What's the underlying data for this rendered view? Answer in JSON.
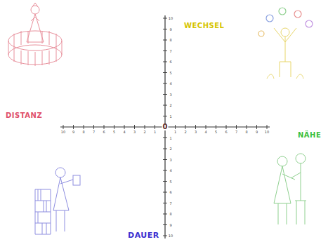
{
  "diagram": {
    "labels": [
      "WECHSEL",
      "DISTANZ",
      "NÄHE",
      "DAUER",
      "0",
      "10",
      "9",
      "8",
      "7",
      "6",
      "5",
      "4",
      "3",
      "2",
      "1",
      "1",
      "2",
      "3",
      "4",
      "5",
      "6",
      "7",
      "8",
      "9",
      "10",
      "10",
      "9",
      "8",
      "7",
      "6",
      "5",
      "4",
      "3",
      "2",
      "1",
      "1",
      "2",
      "3",
      "4",
      "5",
      "6",
      "7",
      "8",
      "9",
      "10"
    ]
  }
}
